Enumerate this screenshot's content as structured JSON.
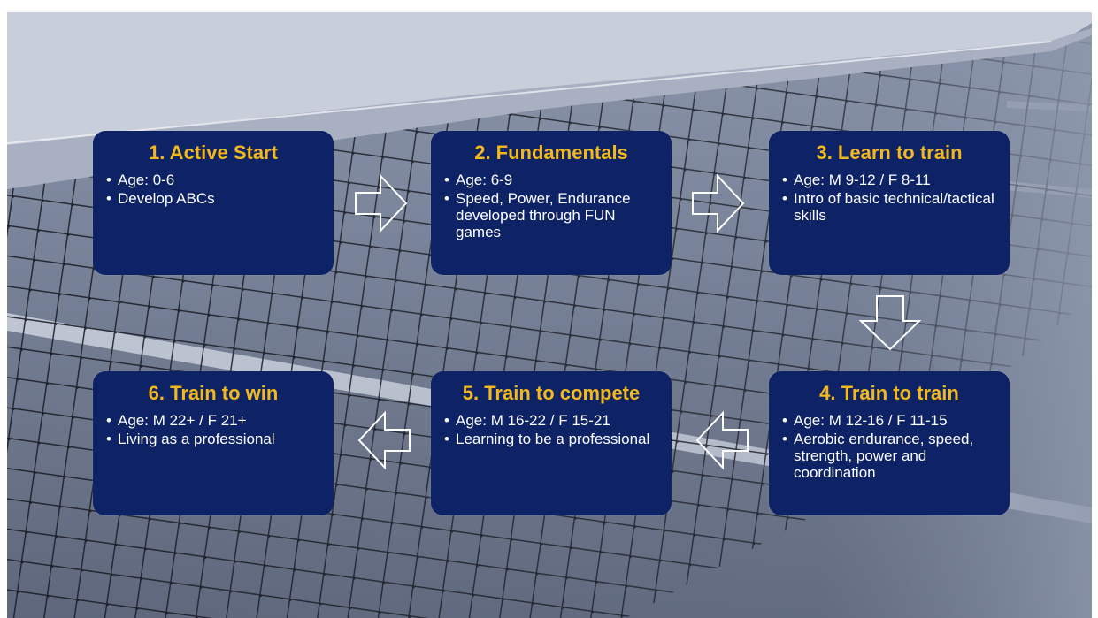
{
  "stages": [
    {
      "title": "1. Active Start",
      "bullets": [
        "Age: 0-6",
        "Develop ABCs"
      ]
    },
    {
      "title": "2. Fundamentals",
      "bullets": [
        "Age: 6-9",
        "Speed, Power, Endurance developed through FUN games"
      ]
    },
    {
      "title": "3. Learn to train",
      "bullets": [
        "Age: M 9-12 / F 8-11",
        "Intro of basic technical/tactical skills"
      ]
    },
    {
      "title": "4. Train to train",
      "bullets": [
        "Age: M 12-16 / F 11-15",
        "Aerobic endurance, speed, strength, power and coordination"
      ]
    },
    {
      "title": "5. Train to compete",
      "bullets": [
        "Age: M 16-22 / F 15-21",
        "Learning to be a professional"
      ]
    },
    {
      "title": "6. Train to win",
      "bullets": [
        "Age: M 22+ / F 21+",
        "Living as a professional"
      ]
    }
  ],
  "colors": {
    "card": "#0e2266",
    "title": "#f2b81c",
    "text": "#ffffff",
    "arrow_outline": "#ffffff"
  },
  "icons": [
    "arrow-right-icon",
    "arrow-right-icon",
    "arrow-down-icon",
    "arrow-left-icon",
    "arrow-left-icon"
  ]
}
